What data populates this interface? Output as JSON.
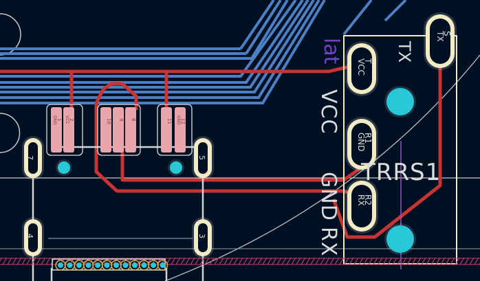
{
  "canvas": {
    "background": "#001023"
  },
  "colors": {
    "back_copper": "#4d7fc4",
    "front_copper": "#c83434",
    "pad_ring": "#f2ebc4",
    "via": "#29c8d8",
    "silkscreen": "#d4d4d4",
    "edge_cut": "#c9c9c9",
    "solder_mask": "#e8a6ac",
    "courtyard": "#c43a6a",
    "purple_marker": "#a04cd8"
  },
  "silkscreen_labels": {
    "pin_vcc": "VCC",
    "pin_gnd": "GND",
    "pin_rx": "RX",
    "pin_tx": "TX",
    "designator": "TRRS1",
    "purple_text": "lat"
  },
  "pad_labels": {
    "trrs_p1": "TX",
    "trrs_p2": "VCC",
    "trrs_p3": "GND",
    "trrs_p4": "RX",
    "trrs_n1": "S",
    "trrs_n2": "T",
    "trrs_n3": "R1",
    "trrs_n4": "R2",
    "left_upper": "7",
    "right_upper": "5",
    "left_lower": "4",
    "right_lower": "3"
  },
  "smd_pads": [
    {
      "num": "1",
      "net": "GND"
    },
    {
      "num": "2",
      "net": "VCC"
    },
    {
      "num": "10",
      "net": ""
    },
    {
      "num": "9",
      "net": ""
    },
    {
      "num": "8",
      "net": ""
    },
    {
      "num": "11",
      "net": ""
    },
    {
      "num": "12",
      "net": "GND"
    }
  ]
}
